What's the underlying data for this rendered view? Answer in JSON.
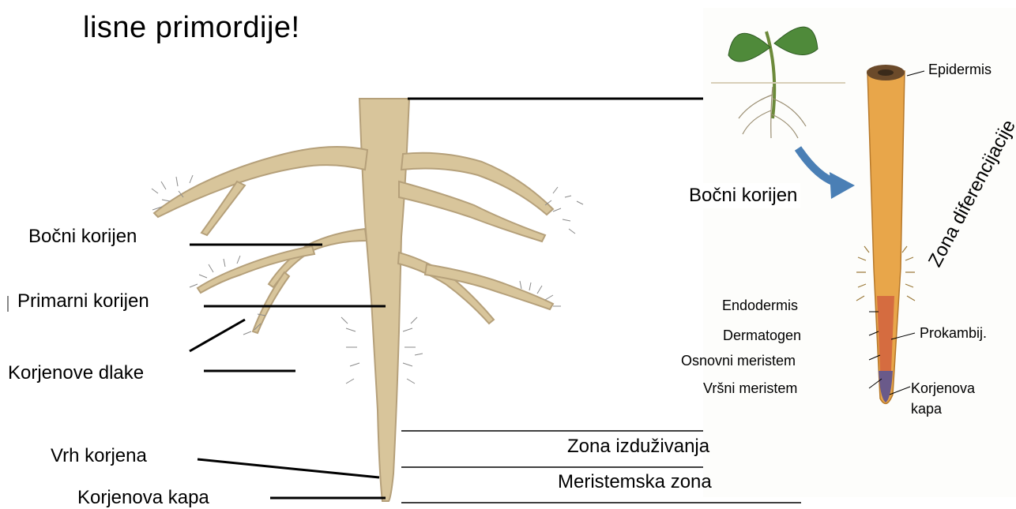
{
  "title": "lisne primordije!",
  "left_labels": {
    "bocni": "Bočni korijen",
    "primarni": "Primarni korijen",
    "dlake": "Korjenove dlake",
    "vrh": "Vrh korjena",
    "kapa": "Korjenova kapa"
  },
  "zones": {
    "diferencijacije": "Zona diferencijacije",
    "izduzivanja": "Zona izduživanja",
    "meristemska": "Meristemska zona"
  },
  "right_labels": {
    "epidermis": "Epidermis",
    "bocni": "Bočni korijen",
    "endodermis": "Endodermis",
    "dermatogen": "Dermatogen",
    "osnovni": "Osnovni meristem",
    "vrsni": "Vršni meristem",
    "prokambij": "Prokambij.",
    "kapa_line1": "Korjenova",
    "kapa_line2": "kapa"
  },
  "colors": {
    "root": "#d8c59b",
    "root_outline": "#b5a07a",
    "tip_root": "#e8a64a",
    "leaf": "#4f8a3a",
    "arrow": "#4a7fb5"
  }
}
